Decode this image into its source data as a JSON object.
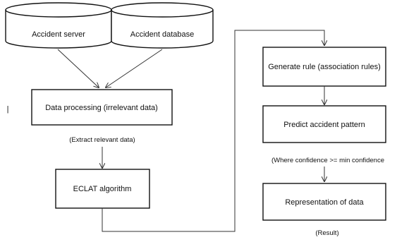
{
  "nodes": {
    "accident_server": "Accident server",
    "accident_database": "Accident database",
    "data_processing": "Data processing (irrelevant data)",
    "eclat": "ECLAT algorithm",
    "generate_rule": "Generate rule (association rules)",
    "predict_pattern": "Predict accident pattern",
    "representation": "Representation of data"
  },
  "annotations": {
    "extract": "(Extract relevant data)",
    "confidence": "(Where confidence >= min confidence",
    "result": "(Result)"
  },
  "margin_mark": "|"
}
